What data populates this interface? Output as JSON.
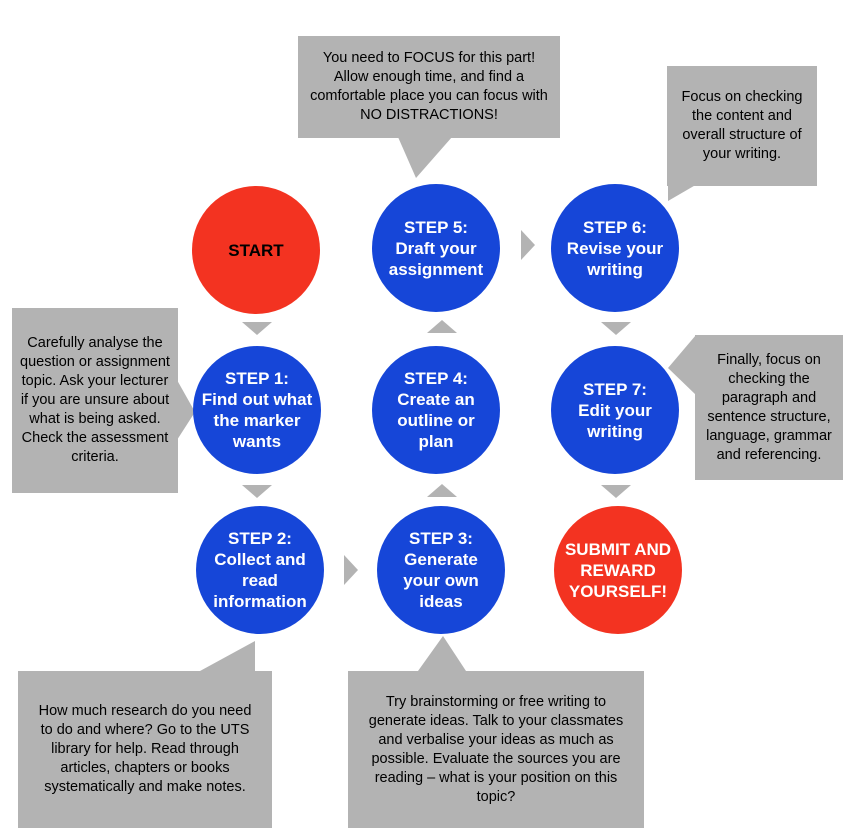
{
  "colors": {
    "step": "#1646d8",
    "terminal": "#f33321",
    "callout": "#b3b3b3",
    "arrow": "#b3b3b3"
  },
  "nodes": {
    "start": "START",
    "step1": {
      "label": "STEP 1:",
      "text": "Find out what the marker wants"
    },
    "step2": {
      "label": "STEP 2:",
      "text": "Collect and read information"
    },
    "step3": {
      "label": "STEP 3:",
      "text": "Generate your own ideas"
    },
    "step4": {
      "label": "STEP 4:",
      "text": "Create an outline or plan"
    },
    "step5": {
      "label": "STEP 5:",
      "text": "Draft your assignment"
    },
    "step6": {
      "label": "STEP 6:",
      "text": "Revise your writing"
    },
    "step7": {
      "label": "STEP 7:",
      "text": "Edit your writing"
    },
    "submit": "SUBMIT AND REWARD YOURSELF!"
  },
  "callouts": {
    "focus": "You need to FOCUS for this part! Allow enough time, and find a comfortable place you can focus with NO DISTRACTIONS!",
    "revise": "Focus on checking the content and overall structure of your writing.",
    "analyse": "Carefully analyse the question or assignment topic. Ask your lecturer if you are unsure about what is being asked. Check the assessment criteria.",
    "edit": "Finally, focus on checking the paragraph and sentence structure, language, grammar and referencing.",
    "research": "How much research do you need to do and where? Go to the UTS library for help. Read through articles, chapters or books systematically and make notes.",
    "brainstorm": "Try brainstorming or free writing to generate ideas. Talk to your classmates and verbalise your ideas as much as possible. Evaluate the sources you are reading – what is your position on this topic?"
  }
}
